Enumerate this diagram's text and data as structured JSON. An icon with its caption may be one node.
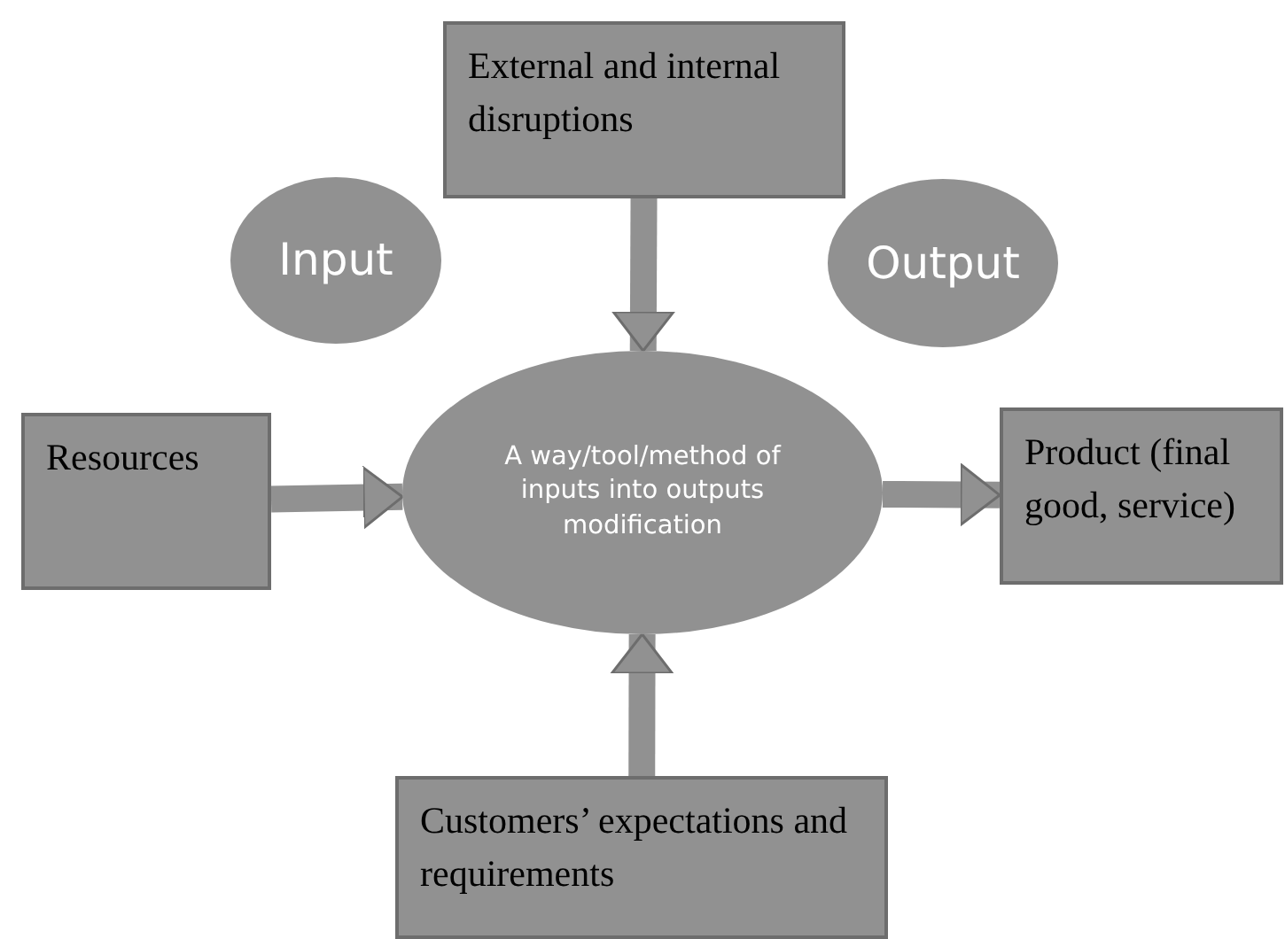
{
  "diagram": {
    "nodes": [
      {
        "text": [
          "External and internal disruptions"
        ]
      },
      {
        "text": [
          "Input"
        ]
      },
      {
        "text": [
          "Output"
        ]
      },
      {
        "text": [
          "Resources"
        ]
      },
      {
        "text": [
          "A way/tool/method of inputs into outputs modification"
        ]
      },
      {
        "text": [
          "Product (final good, service)"
        ]
      },
      {
        "text": [
          "Customers’ expectations and requirements"
        ]
      }
    ],
    "edges": [
      {
        "from": 0,
        "to": 4,
        "arrow": "to"
      },
      {
        "from": 3,
        "to": 4,
        "arrow": "to"
      },
      {
        "from": 4,
        "to": 5,
        "arrow": "to"
      },
      {
        "from": 6,
        "to": 4,
        "arrow": "to"
      }
    ]
  }
}
